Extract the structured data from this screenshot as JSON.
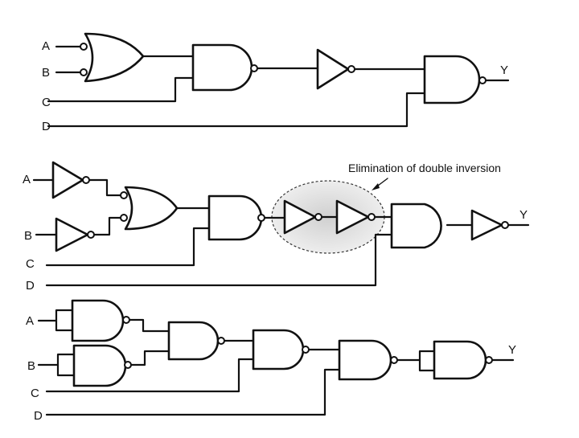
{
  "diagram_1": {
    "inputs": [
      "A",
      "B",
      "C",
      "D"
    ],
    "output": "Y"
  },
  "diagram_2": {
    "inputs": [
      "A",
      "B",
      "C",
      "D"
    ],
    "output": "Y",
    "annotation": "Elimination of double inversion"
  },
  "diagram_3": {
    "inputs": [
      "A",
      "B",
      "C",
      "D"
    ],
    "output": "Y"
  },
  "colors": {
    "line": "#111111",
    "highlight_fill": "#d9d9d9"
  }
}
